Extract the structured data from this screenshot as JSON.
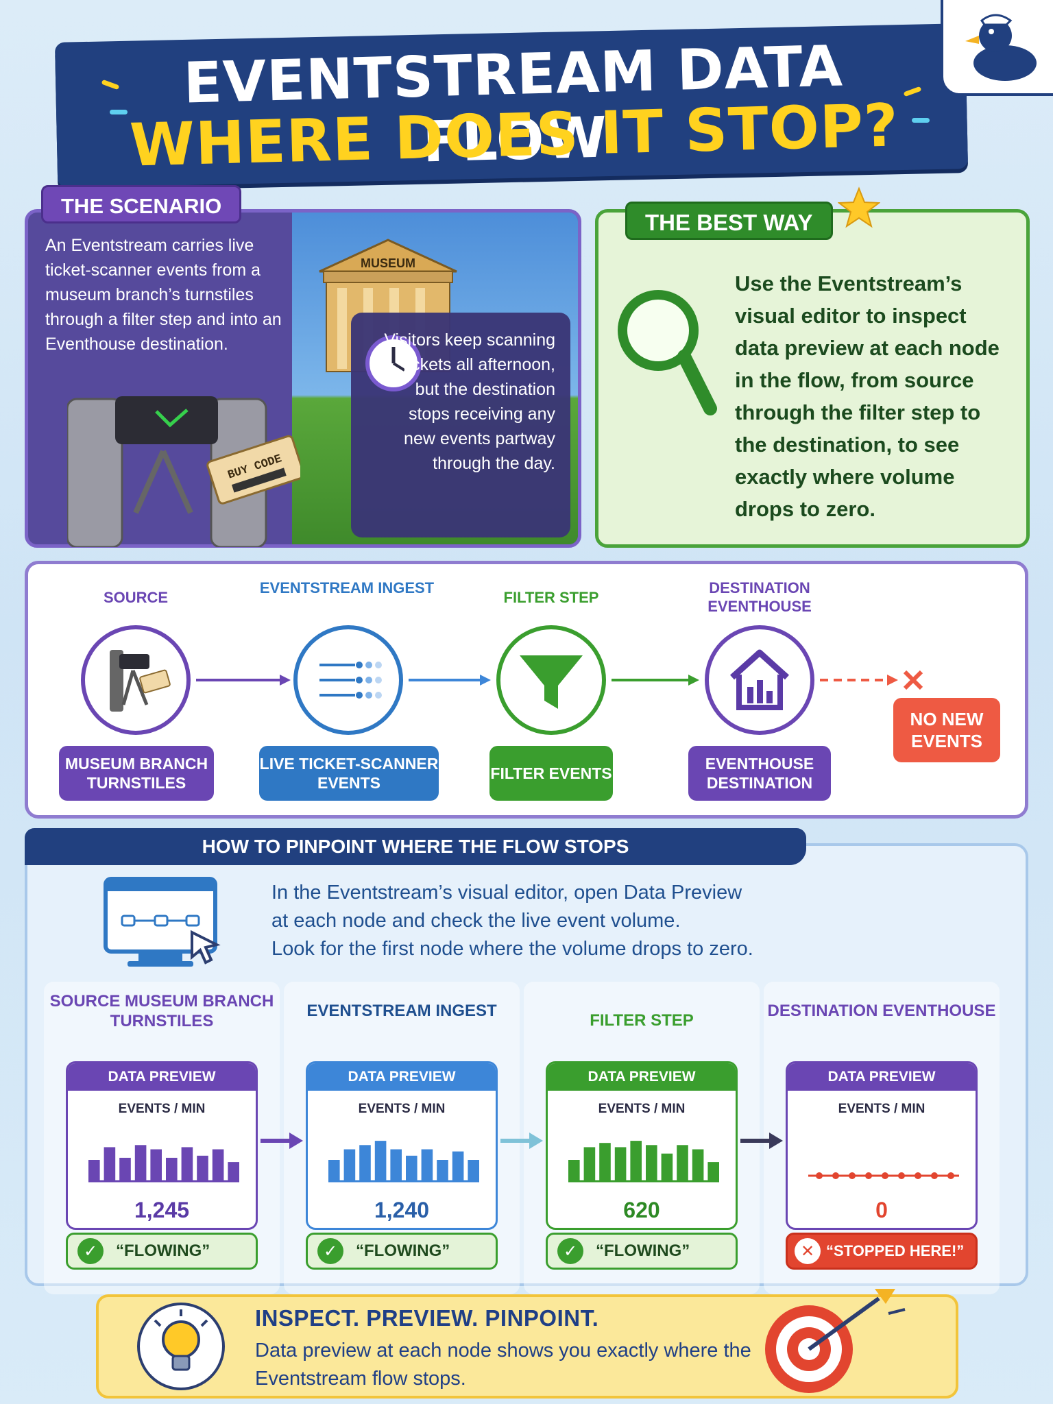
{
  "header": {
    "title_line1": "EVENTSTREAM DATA FLOW",
    "title_line2": "WHERE DOES IT STOP?"
  },
  "scenario": {
    "tag": "THE SCENARIO",
    "text": "An Eventstream carries live ticket-scanner events from a museum branch’s turnstiles through a filter step and into an Eventhouse destination.",
    "bubble_text": "Visitors keep scanning tickets all afternoon, but the destination stops receiving any new events partway through the day.",
    "building_sign": "MUSEUM",
    "ticket_text": "BUY CODE"
  },
  "best_way": {
    "tag": "THE BEST WAY",
    "text": "Use the Eventstream’s visual editor to inspect data preview at each node in the flow, from source through the filter step to the destination, to see exactly where volume drops to zero."
  },
  "flow": {
    "nodes": [
      {
        "title": "SOURCE",
        "pill": "MUSEUM BRANCH TURNSTILES",
        "color": "#6a46b3",
        "icon": "turnstile-icon"
      },
      {
        "title": "EVENTSTREAM INGEST",
        "pill": "LIVE TICKET-SCANNER EVENTS",
        "color": "#2f78c4",
        "icon": "stream-icon"
      },
      {
        "title": "FILTER STEP",
        "pill": "FILTER EVENTS",
        "color": "#3a9e2e",
        "icon": "funnel-icon"
      },
      {
        "title": "DESTINATION EVENTHOUSE",
        "pill": "EVENTHOUSE DESTINATION",
        "color": "#6a46b3",
        "icon": "house-chart-icon"
      }
    ],
    "no_events_label": "NO NEW EVENTS"
  },
  "howto": {
    "tab": "HOW TO PINPOINT WHERE THE FLOW STOPS",
    "text_line1": "In the Eventstream’s visual editor, open Data Preview",
    "text_line2": "at each node and check the live event volume.",
    "text_line3": "Look for the first node where the volume drops to zero.",
    "columns": [
      {
        "title": "SOURCE MUSEUM BRANCH TURNSTILES",
        "head": "DATA PREVIEW",
        "sub": "EVENTS / MIN",
        "value": "1,245",
        "status": "“FLOWING”",
        "color": "#6a46b3",
        "value_color": "#5a3aa6",
        "bars": [
          0.5,
          0.8,
          0.55,
          0.85,
          0.75,
          0.55,
          0.8,
          0.6,
          0.75,
          0.45
        ]
      },
      {
        "title": "EVENTSTREAM INGEST",
        "head": "DATA PREVIEW",
        "sub": "EVENTS / MIN",
        "value": "1,240",
        "status": "“FLOWING”",
        "color": "#3d86d8",
        "value_color": "#2a5fa8",
        "bars": [
          0.5,
          0.75,
          0.85,
          0.95,
          0.75,
          0.6,
          0.75,
          0.5,
          0.7,
          0.5
        ]
      },
      {
        "title": "FILTER STEP",
        "head": "DATA PREVIEW",
        "sub": "EVENTS / MIN",
        "value": "620",
        "status": "“FLOWING”",
        "color": "#3a9e2e",
        "value_color": "#2e8a25",
        "bars": [
          0.5,
          0.8,
          0.9,
          0.8,
          0.95,
          0.85,
          0.65,
          0.85,
          0.75,
          0.45
        ]
      },
      {
        "title": "DESTINATION EVENTHOUSE",
        "head": "DATA PREVIEW",
        "sub": "EVENTS / MIN",
        "value": "0",
        "status": "“STOPPED HERE!”",
        "color": "#6a46b3",
        "value_color": "#e2452f",
        "bars": []
      }
    ]
  },
  "footer": {
    "title": "INSPECT. PREVIEW. PINPOINT.",
    "text": "Data preview at each node shows you exactly where the Eventstream flow stops."
  }
}
